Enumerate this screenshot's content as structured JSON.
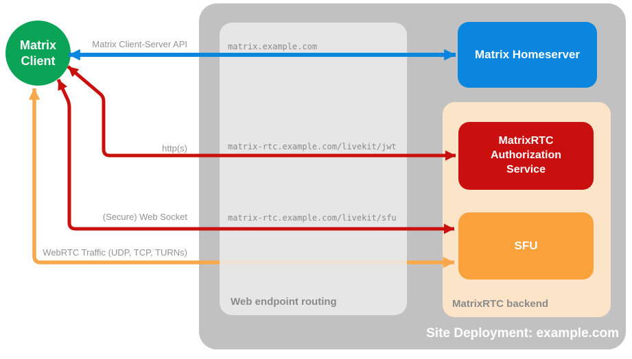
{
  "diagram_title": "Site Deployment: example.com",
  "client": {
    "label": "Matrix Client",
    "color": "#0ba355"
  },
  "containers": {
    "site": {
      "label": "Site Deployment: example.com",
      "color": "#c1c1c1"
    },
    "routing": {
      "label": "Web endpoint routing",
      "color": "#e7e7e7"
    },
    "backend": {
      "label": "MatrixRTC backend",
      "color": "#fce4c9"
    }
  },
  "nodes": {
    "homeserver": {
      "label": "Matrix Homeserver",
      "color": "#0b86de"
    },
    "auth": {
      "label": "MatrixRTC Authorization Service",
      "color": "#c9100f"
    },
    "sfu": {
      "label": "SFU",
      "color": "#f9a13b"
    }
  },
  "endpoints": {
    "matrix": "matrix.example.com",
    "jwt": "matrix-rtc.example.com/livekit/jwt",
    "sfu": "matrix-rtc.example.com/livekit/sfu"
  },
  "connections": [
    {
      "label": "Matrix Client-Server API",
      "color": "#0b86de",
      "from": "Matrix Client",
      "to": "Matrix Homeserver"
    },
    {
      "label": "http(s)",
      "color": "#c9100f",
      "from": "Matrix Client",
      "to": "MatrixRTC Authorization Service"
    },
    {
      "label": "(Secure) Web Socket",
      "color": "#c9100f",
      "from": "Matrix Client",
      "to": "SFU"
    },
    {
      "label": "WebRTC Traffic (UDP, TCP, TURNs)",
      "color": "#f7a84b",
      "from": "Matrix Client",
      "to": "SFU"
    }
  ],
  "text_colors": {
    "muted": "#8e8e8e",
    "on_dark": "#ffffff"
  }
}
